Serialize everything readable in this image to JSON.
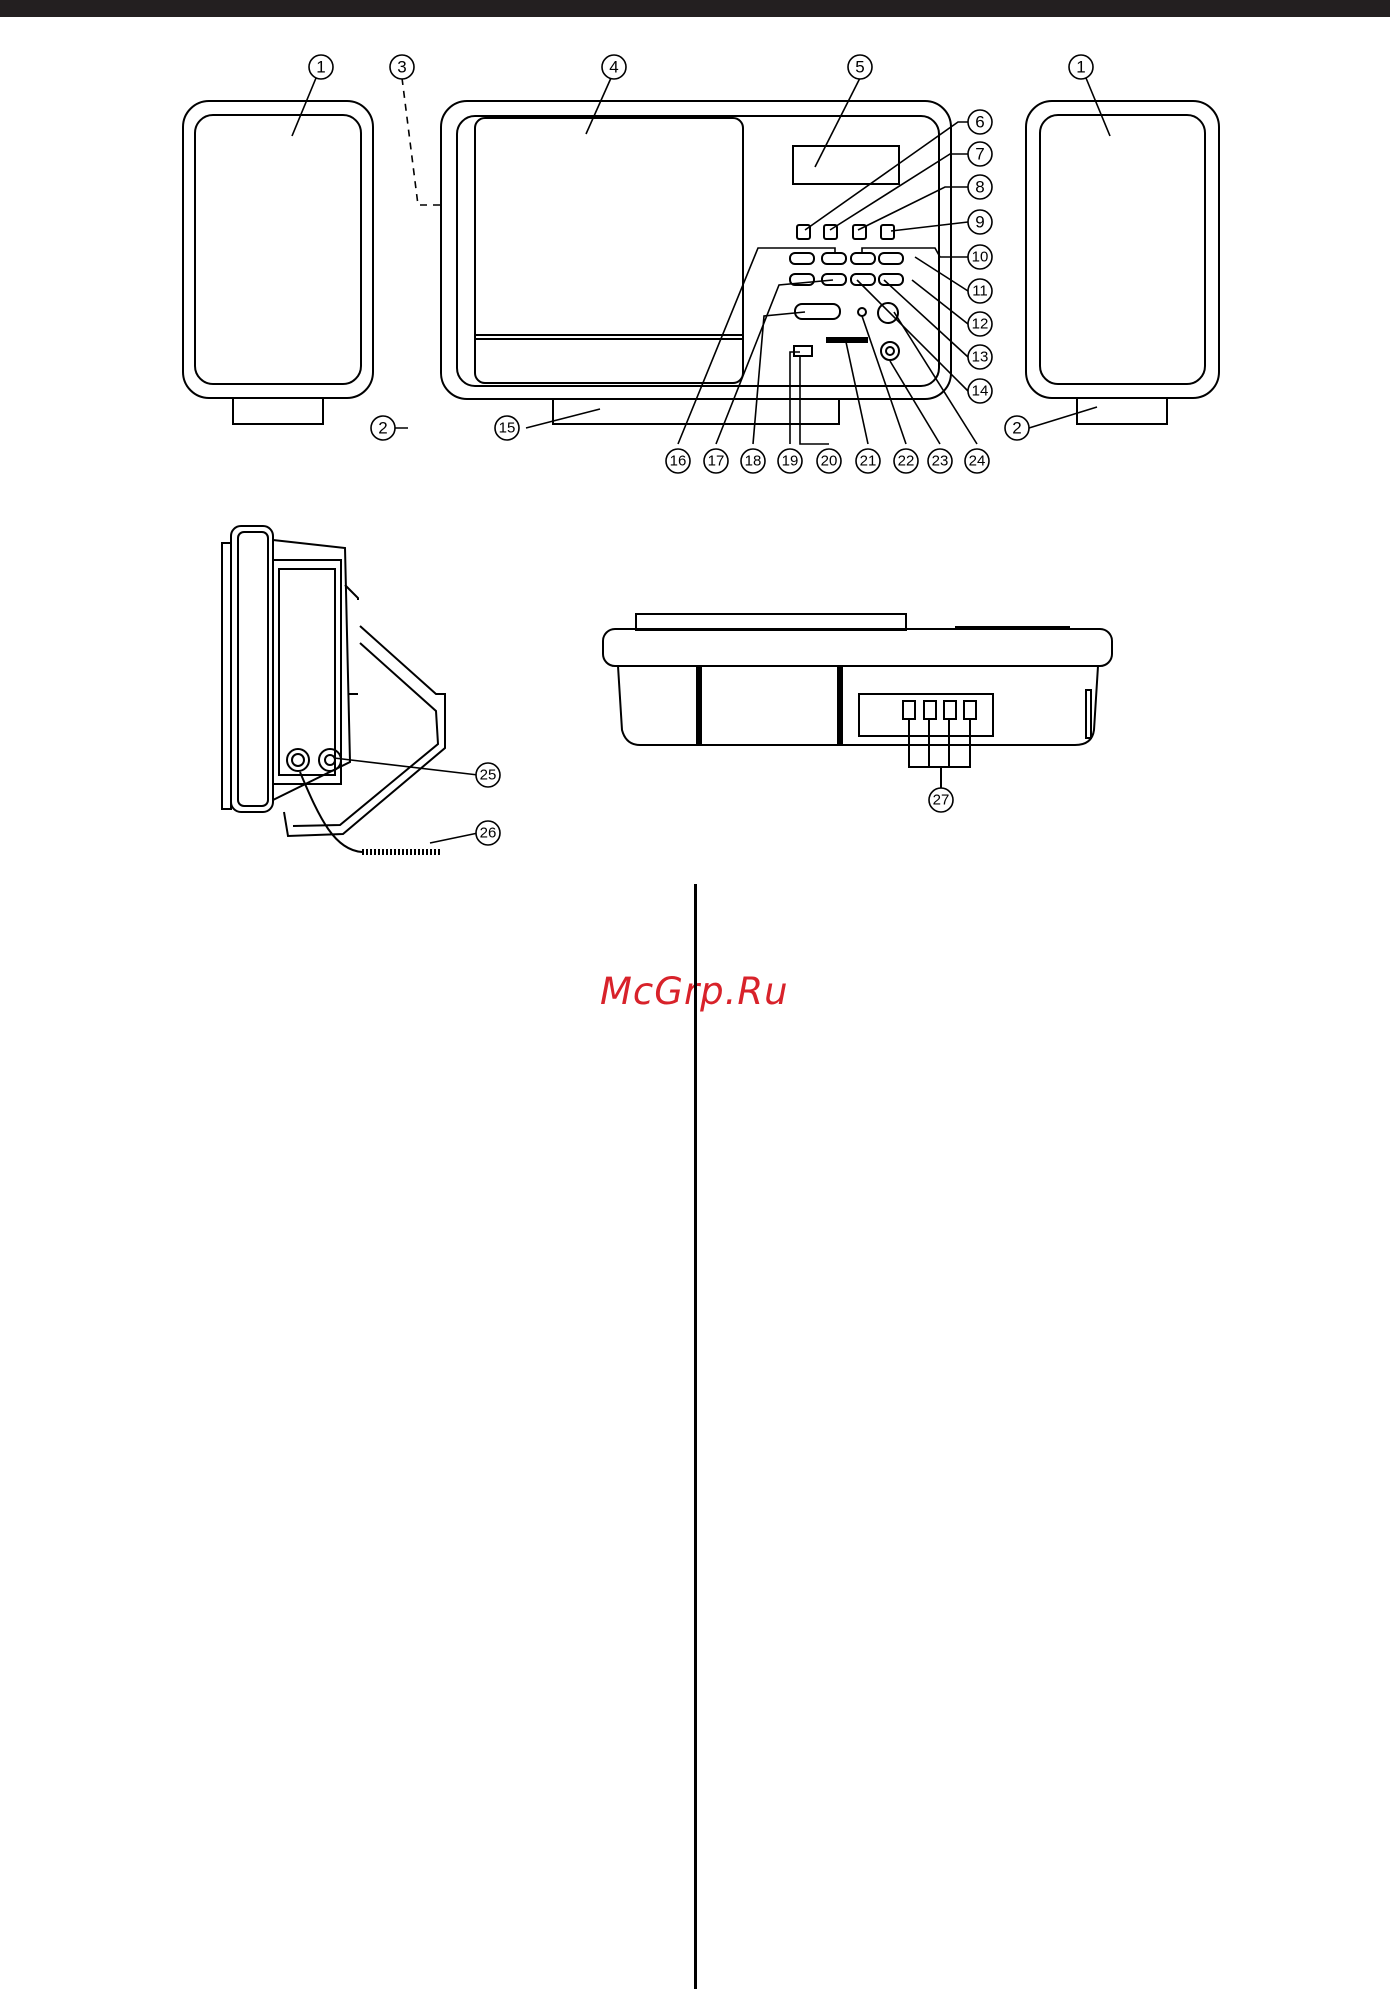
{
  "callouts": [
    "1",
    "1",
    "2",
    "2",
    "3",
    "4",
    "5",
    "6",
    "7",
    "8",
    "9",
    "10",
    "11",
    "12",
    "13",
    "14",
    "15",
    "16",
    "17",
    "18",
    "19",
    "20",
    "21",
    "22",
    "23",
    "24",
    "25",
    "26",
    "27"
  ],
  "watermark": "McGrp.Ru"
}
